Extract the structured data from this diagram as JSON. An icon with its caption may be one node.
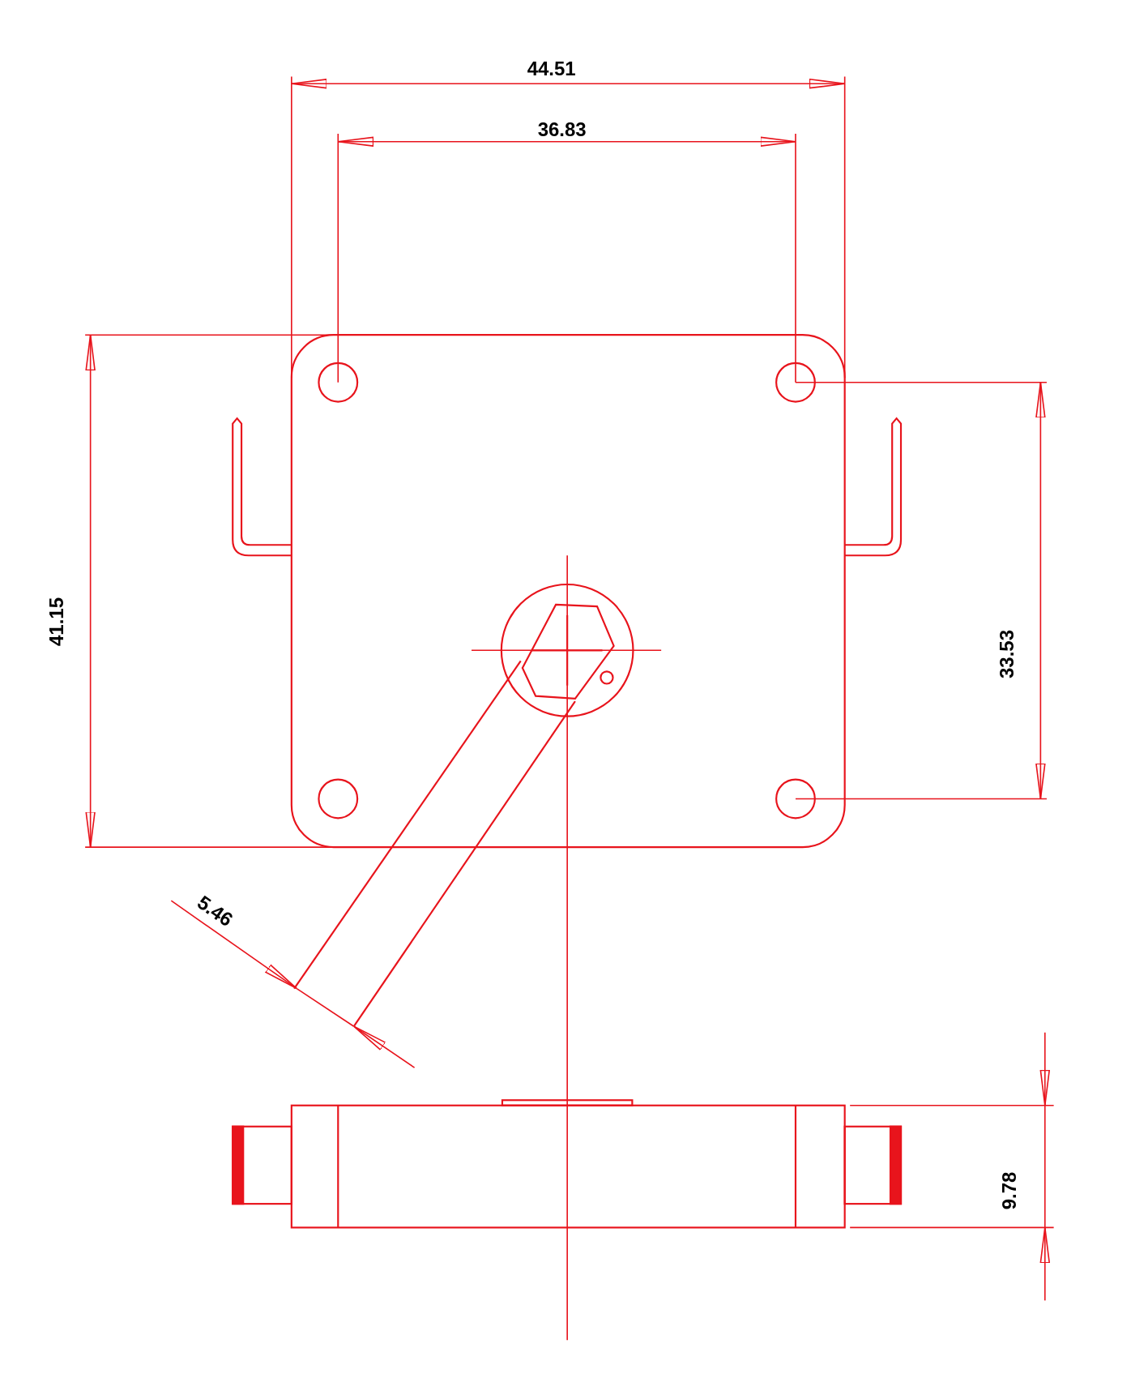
{
  "diagram": {
    "labels": [
      "44.51",
      "36.83",
      "41.15",
      "33.53",
      "5.46",
      "9.78"
    ]
  }
}
